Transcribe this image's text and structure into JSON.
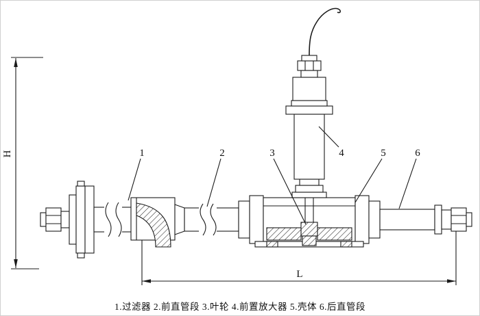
{
  "drawing": {
    "caption": "1.过滤器 2.前直管段 3.叶轮 4.前置放大器 5.壳体 6.后直管段",
    "dimension_labels": {
      "height": "H",
      "length": "L"
    },
    "callouts": [
      "1",
      "2",
      "3",
      "4",
      "5",
      "6"
    ],
    "parts": [
      {
        "number": "1",
        "name": "过滤器"
      },
      {
        "number": "2",
        "name": "前直管段"
      },
      {
        "number": "3",
        "name": "叶轮"
      },
      {
        "number": "4",
        "name": "前置放大器"
      },
      {
        "number": "5",
        "name": "壳体"
      },
      {
        "number": "6",
        "name": "后直管段"
      }
    ],
    "line_color": "#1a1a1a",
    "background": "#ffffff"
  }
}
